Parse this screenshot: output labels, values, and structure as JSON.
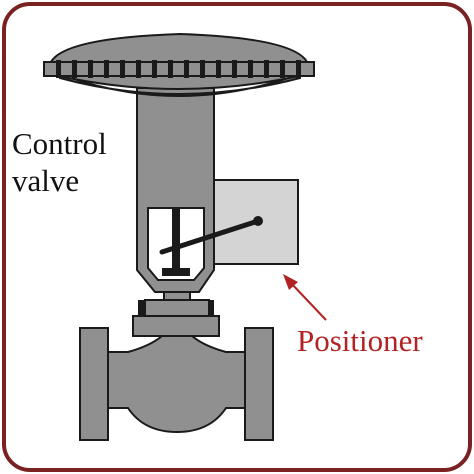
{
  "labels": {
    "title_line1": "Control",
    "title_line2": "valve",
    "positioner": "Positioner"
  },
  "colors": {
    "frame": "#7a2222",
    "body_fill": "#909090",
    "body_stroke": "#1a1a1a",
    "positioner_fill": "#d4d4d4",
    "window_fill": "#ffffff",
    "annotation": "#b22222",
    "text": "#111111"
  },
  "icons": {
    "actuator": "diaphragm-actuator-icon",
    "positioner_box": "positioner-box-icon",
    "valve_body": "globe-valve-body-icon"
  }
}
